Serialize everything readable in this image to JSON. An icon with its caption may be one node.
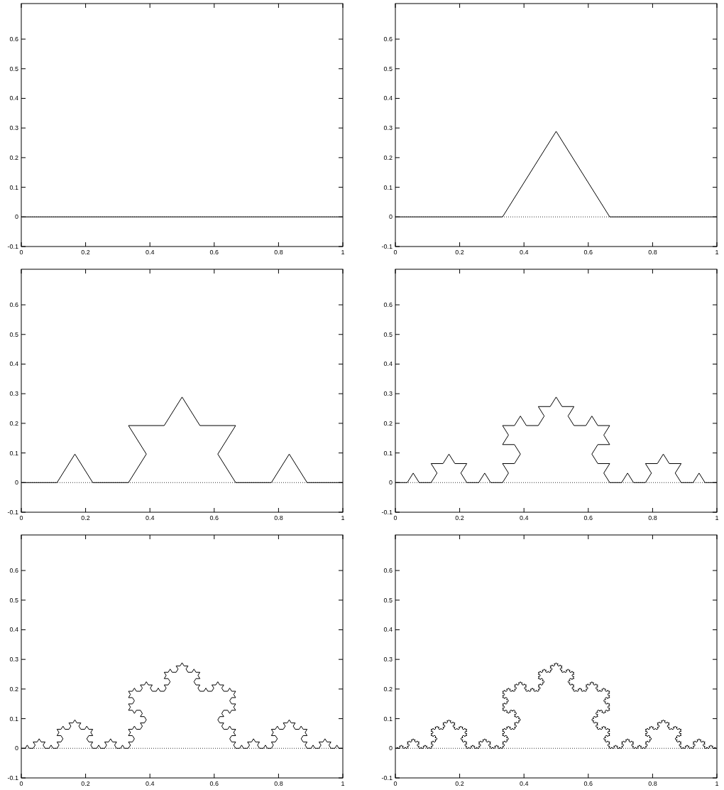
{
  "diagram": {
    "chart_data": [
      {
        "type": "line",
        "xlim": [
          0,
          1
        ],
        "ylim": [
          -0.1,
          0.72
        ],
        "xticks": [
          0,
          0.2,
          0.4,
          0.6,
          0.8,
          1
        ],
        "yticks": [
          -0.1,
          0,
          0.1,
          0.2,
          0.3,
          0.4,
          0.5,
          0.6
        ]
      },
      {
        "type": "line",
        "xlim": [
          0,
          1
        ],
        "ylim": [
          -0.1,
          0.72
        ],
        "xticks": [
          0,
          0.2,
          0.4,
          0.6,
          0.8,
          1
        ],
        "yticks": [
          -0.1,
          0,
          0.1,
          0.2,
          0.3,
          0.4,
          0.5,
          0.6
        ]
      },
      {
        "type": "line",
        "xlim": [
          0,
          1
        ],
        "ylim": [
          -0.1,
          0.72
        ],
        "xticks": [
          0,
          0.2,
          0.4,
          0.6,
          0.8,
          1
        ],
        "yticks": [
          -0.1,
          0,
          0.1,
          0.2,
          0.3,
          0.4,
          0.5,
          0.6
        ]
      },
      {
        "type": "line",
        "xlim": [
          0,
          1
        ],
        "ylim": [
          -0.1,
          0.72
        ],
        "xticks": [
          0,
          0.2,
          0.4,
          0.6,
          0.8,
          1
        ],
        "yticks": [
          -0.1,
          0,
          0.1,
          0.2,
          0.3,
          0.4,
          0.5,
          0.6
        ]
      },
      {
        "type": "line",
        "xlim": [
          0,
          1
        ],
        "ylim": [
          -0.1,
          0.72
        ],
        "xticks": [
          0,
          0.2,
          0.4,
          0.6,
          0.8,
          1
        ],
        "yticks": [
          -0.1,
          0,
          0.1,
          0.2,
          0.3,
          0.4,
          0.5,
          0.6
        ]
      },
      {
        "type": "line",
        "xlim": [
          0,
          1
        ],
        "ylim": [
          -0.1,
          0.72
        ],
        "xticks": [
          0,
          0.2,
          0.4,
          0.6,
          0.8,
          1
        ],
        "yticks": [
          -0.1,
          0,
          0.1,
          0.2,
          0.3,
          0.4,
          0.5,
          0.6
        ]
      }
    ]
  }
}
